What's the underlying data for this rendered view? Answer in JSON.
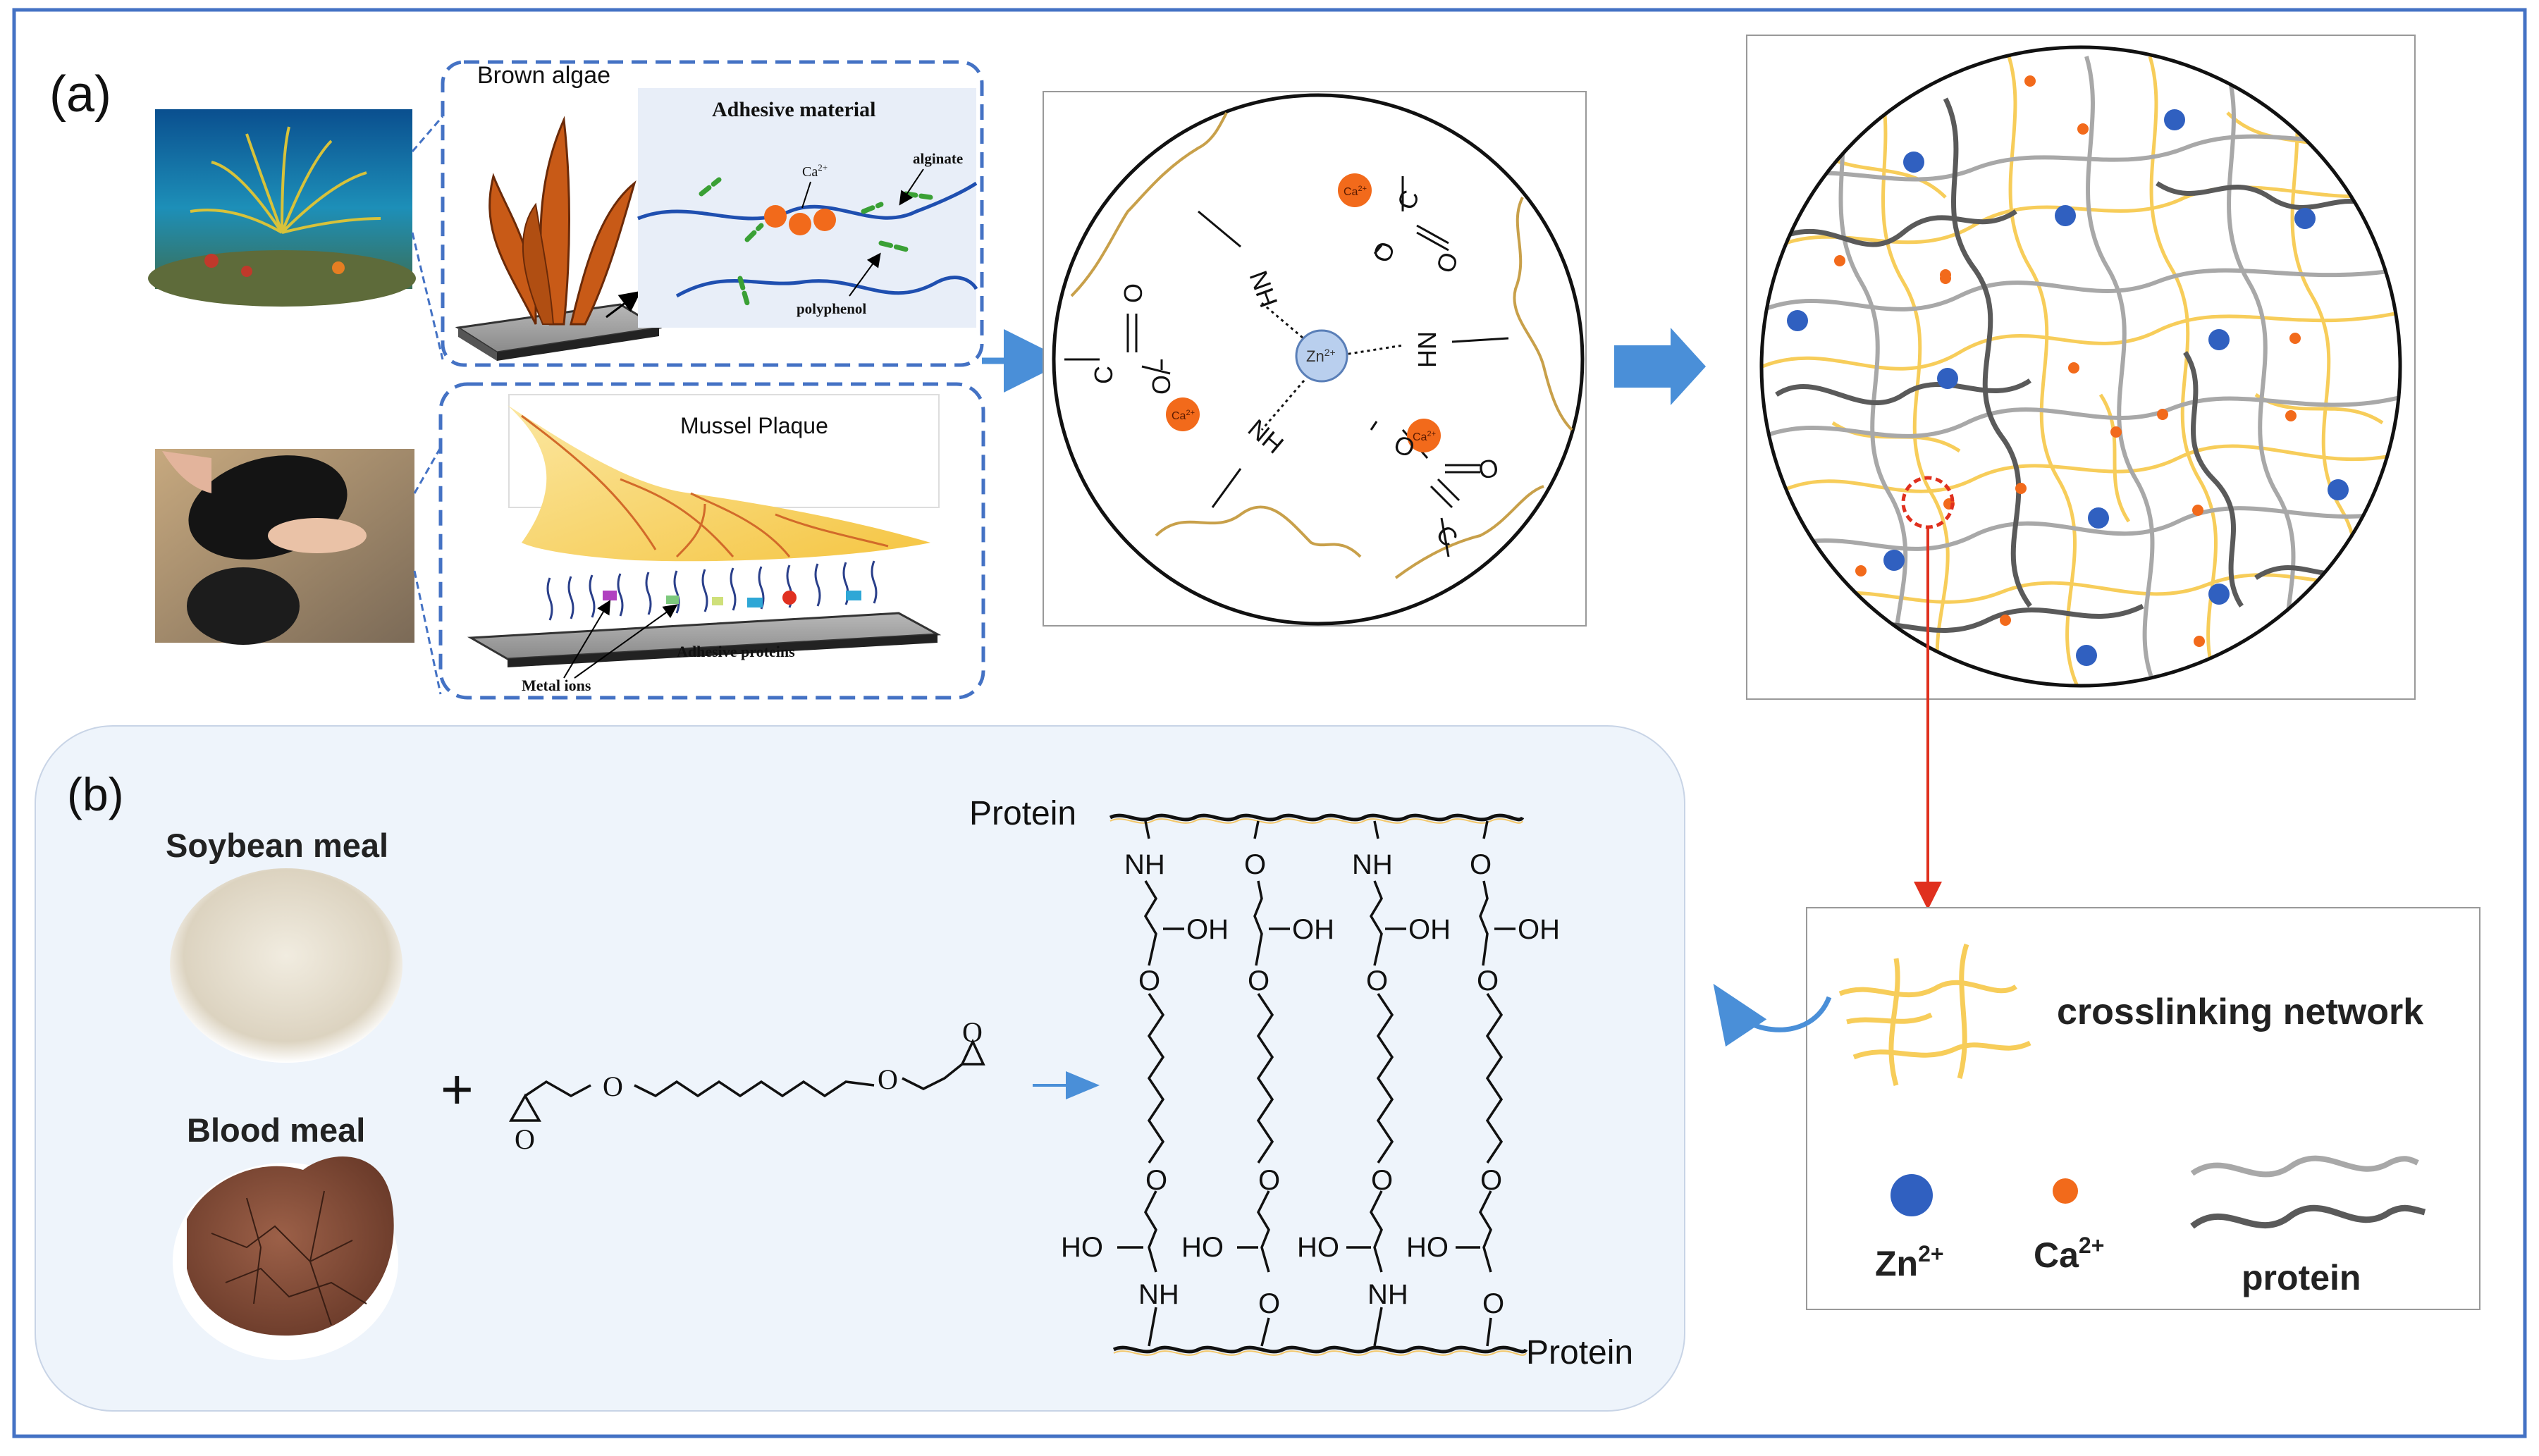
{
  "panel_a": {
    "label": "(a)",
    "brown_algae": {
      "title": "Brown algae",
      "material_title": "Adhesive material",
      "ca_label": "Ca",
      "ca_sup": "2+",
      "alginate_label": "alginate",
      "polyphenol_label": "polyphenol"
    },
    "mussel": {
      "title": "Mussel Plaque",
      "metal_ions_label": "Metal ions",
      "adhesive_proteins_label": "Adhesive proteins"
    },
    "coordination": {
      "zn_label": "Zn",
      "zn_sup": "2+",
      "ca_label": "Ca",
      "ca_sup": "2+",
      "nh_label": "NH",
      "o_label": "O",
      "c_label": "C"
    }
  },
  "legend": {
    "crosslinking_label": "crosslinking network",
    "zn_label": "Zn",
    "zn_sup": "2+",
    "ca_label": "Ca",
    "ca_sup": "2+",
    "protein_label": "protein"
  },
  "panel_b": {
    "label": "(b)",
    "soybean_label": "Soybean meal",
    "blood_label": "Blood meal",
    "plus": "+",
    "protein_top": "Protein",
    "protein_bottom": "Protein",
    "nh": "NH",
    "o": "O",
    "oh": "OH",
    "ho": "HO"
  },
  "colors": {
    "frame_blue": "#4472c4",
    "arrow_blue": "#4a8fd8",
    "zn_blue": "#3060c0",
    "ca_orange": "#f26a1b",
    "crosslink_yellow": "#f7cd5a",
    "protein_gray": "#8f8f8f",
    "protein_dark": "#5a5a5a",
    "panel_b_bg": "#eef4fb",
    "algae_brown": "#c85a17",
    "red_link": "#e0301e"
  }
}
